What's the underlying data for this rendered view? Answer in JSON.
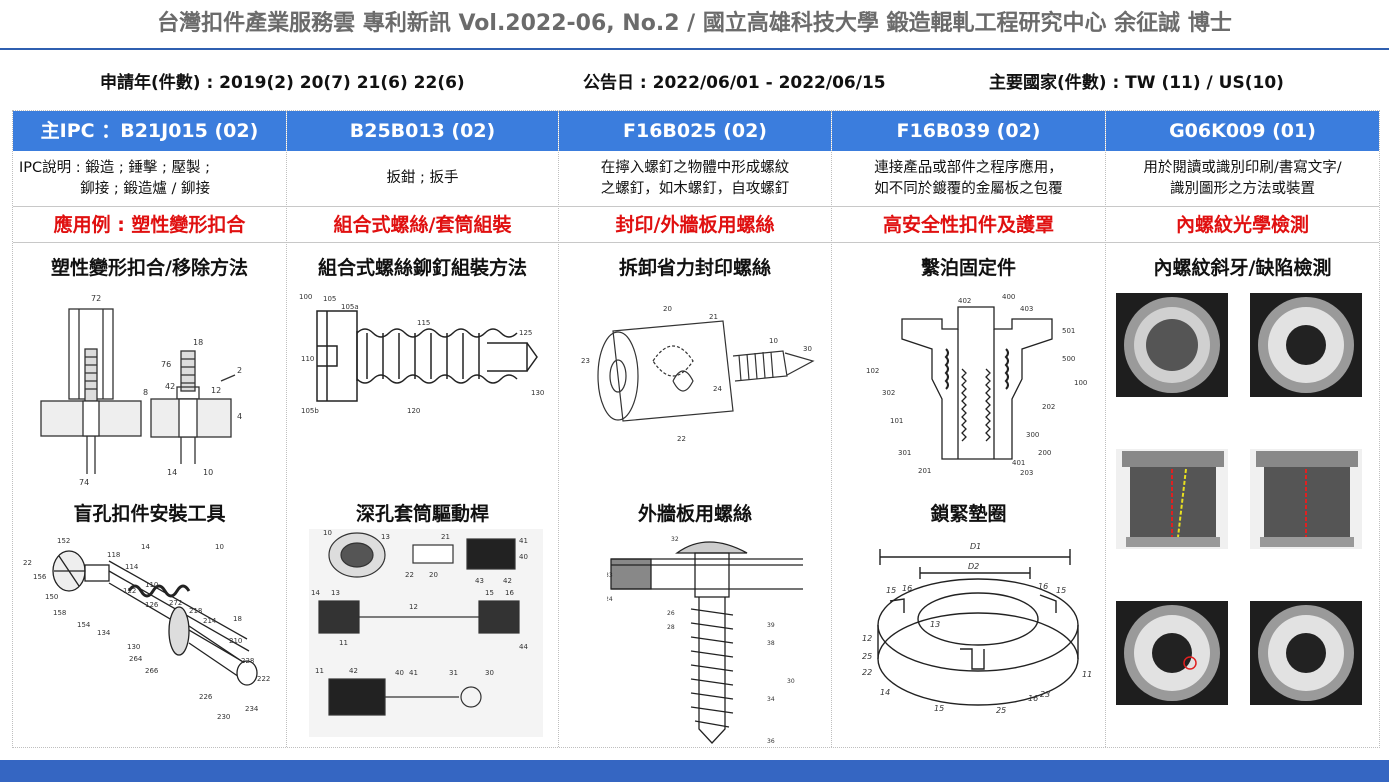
{
  "header": {
    "title": "台灣扣件產業服務雲 專利新訊 Vol.2022-06, No.2 / 國立高雄科技大學 鍛造輥軋工程研究中心 余征誠 博士"
  },
  "meta": {
    "years": "申請年(件數) : 2019(2) 20(7) 21(6) 22(6)",
    "date": "公告日 : 2022/06/01 - 2022/06/15",
    "country": "主要國家(件數) : TW (11) / US(10)"
  },
  "columns": [
    {
      "ipc": "主IPC ：B21J015 (02)",
      "desc": "IPC說明 : 鍛造 ; 錘擊 ; 壓製 ;\n鉚接 ; 鍛造爐 / 鉚接",
      "app": "應用例 : 塑性變形扣合",
      "h1": "塑性變形扣合/移除方法",
      "h2": "盲孔扣件安裝工具"
    },
    {
      "ipc": "B25B013 (02)",
      "desc": "扳鉗 ; 扳手",
      "app": "組合式螺絲/套筒組裝",
      "h1": "組合式螺絲鉚釘組裝方法",
      "h2": "深孔套筒驅動桿"
    },
    {
      "ipc": "F16B025 (02)",
      "desc": "在擰入螺釘之物體中形成螺紋\n之螺釘，如木螺釘，自攻螺釘",
      "app": "封印/外牆板用螺絲",
      "h1": "拆卸省力封印螺絲",
      "h2": "外牆板用螺絲"
    },
    {
      "ipc": "F16B039 (02)",
      "desc": "連接產品或部件之程序應用，\n如不同於鍍覆的金屬板之包覆",
      "app": "高安全性扣件及護罩",
      "h1": "繫泊固定件",
      "h2": "鎖緊墊圈"
    },
    {
      "ipc": "G06K009 (01)",
      "desc": "用於閱讀或識別印刷/書寫文字/\n識別圖形之方法或裝置",
      "app": "內螺紋光學檢測",
      "h1": "內螺紋斜牙/缺陷檢測",
      "h2": ""
    }
  ],
  "figure_labels": {
    "c1a": [
      "72",
      "18",
      "76",
      "2",
      "42",
      "12",
      "8",
      "4",
      "74",
      "14",
      "10"
    ],
    "c1b": [
      "10",
      "152",
      "22",
      "156",
      "14",
      "118",
      "114",
      "110",
      "122",
      "150",
      "158",
      "154",
      "134",
      "126",
      "272",
      "218",
      "214",
      "18",
      "210",
      "130",
      "264",
      "266",
      "226",
      "228",
      "222",
      "230",
      "234"
    ],
    "c2a": [
      "100",
      "105",
      "105a",
      "110",
      "115",
      "125",
      "120",
      "105b",
      "130"
    ],
    "c2b": [
      "10",
      "13",
      "22",
      "20",
      "21",
      "43",
      "42",
      "41",
      "40",
      "14",
      "13",
      "11",
      "12",
      "15",
      "16",
      "44",
      "11",
      "42",
      "40",
      "41",
      "31",
      "30"
    ],
    "c3a": [
      "20",
      "21",
      "10",
      "23",
      "30",
      "24",
      "22"
    ],
    "c3b": [
      "32",
      "33",
      "24",
      "26",
      "28",
      "39",
      "38",
      "30",
      "34",
      "36"
    ],
    "c4a": [
      "400",
      "402",
      "403",
      "501",
      "500",
      "102",
      "100",
      "302",
      "202",
      "101",
      "300",
      "301",
      "200",
      "401",
      "203",
      "201"
    ],
    "c4b": [
      "D1",
      "D2",
      "15",
      "16",
      "16",
      "15",
      "13",
      "12",
      "25",
      "22",
      "14",
      "11",
      "15",
      "25",
      "16",
      "23"
    ]
  },
  "colors": {
    "ipc_band": "#3b7ddd",
    "app_text": "#e01010",
    "title_text": "#6b6b6b",
    "footer": "#3566c2"
  }
}
